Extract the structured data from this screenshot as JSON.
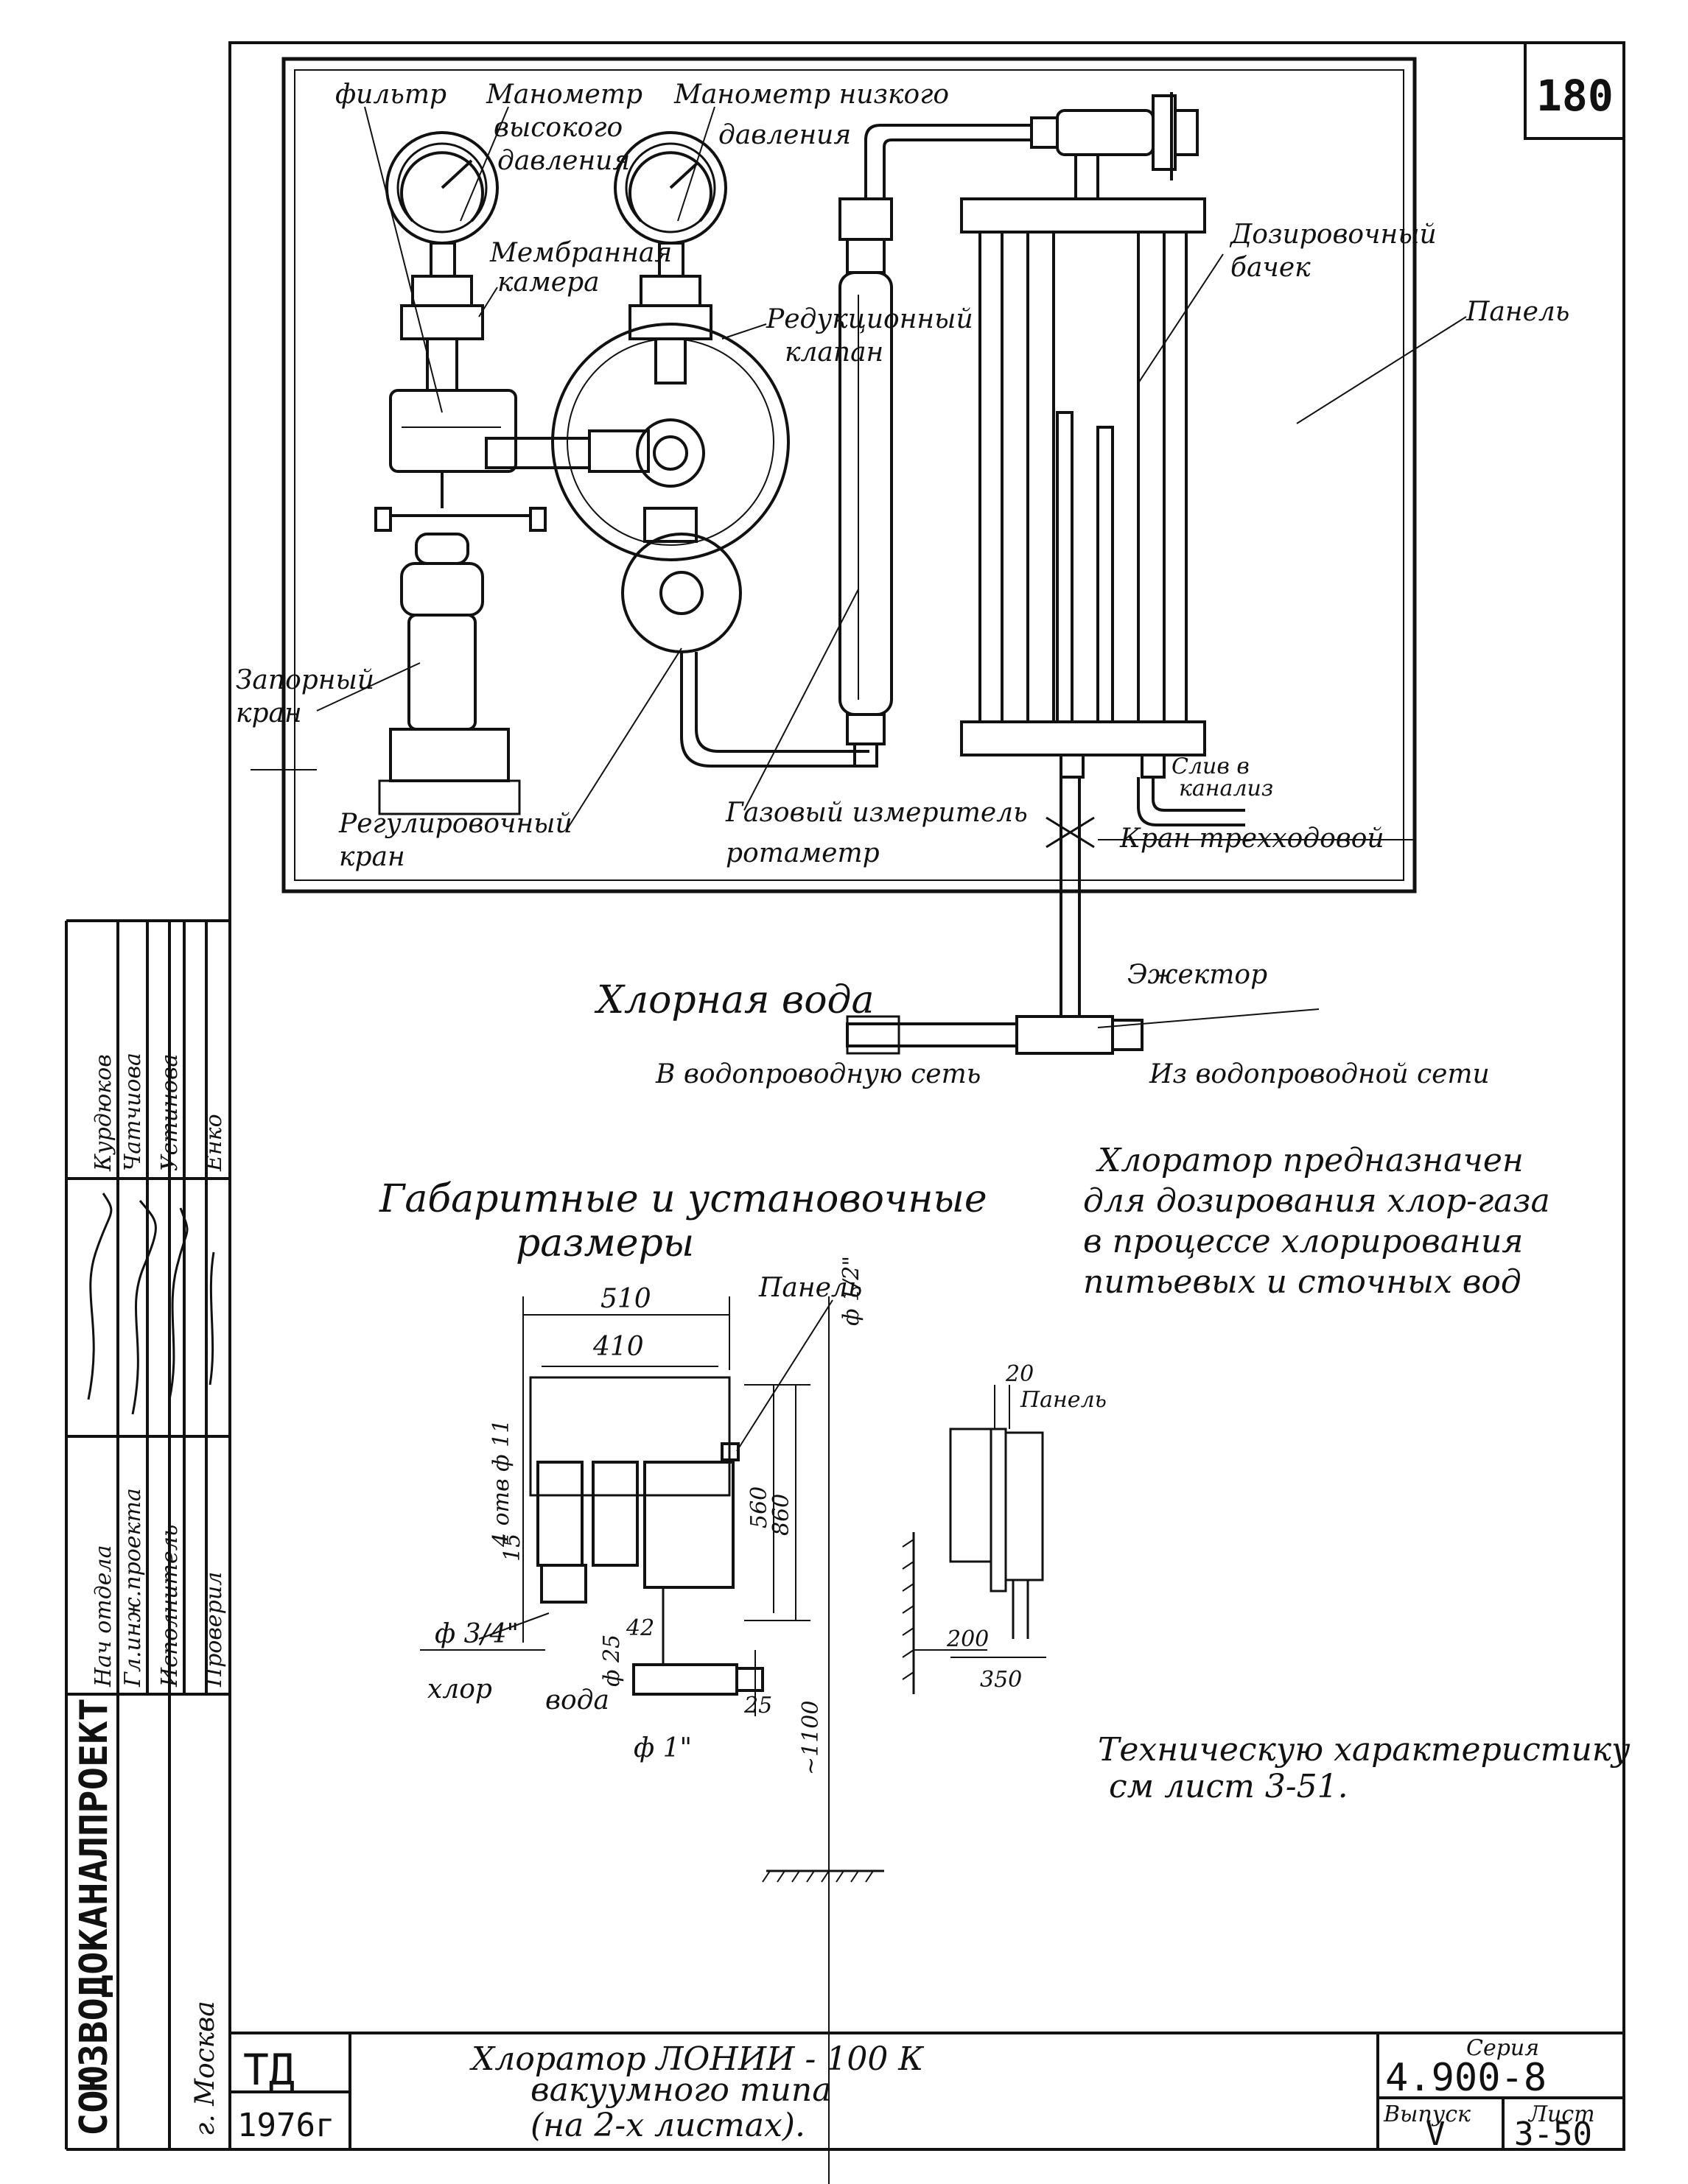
{
  "sheet": {
    "number": "180",
    "org": "СОЮЗВОДОКАНАЛПРОЕКТ",
    "city": "г. Москва",
    "code": "ТД",
    "year": "1976г",
    "title_line1": "Хлоратор ЛОНИИ - 100 К",
    "title_line2": "вакуумного типа",
    "title_line3": "(на 2-х листах).",
    "series_label": "Серия",
    "series_value": "4.900-8",
    "issue_label": "Выпуск",
    "issue_value": "V",
    "sheet_label": "Лист",
    "sheet_value": "3-50"
  },
  "signatures": {
    "roles": [
      "Нач отдела",
      "Гл.инж.проекта",
      "Исполнитель",
      "Проверил"
    ],
    "names": [
      "Курдюков",
      "Чатчиова",
      "Устинова",
      "Енко"
    ]
  },
  "labels": {
    "filter": "фильтр",
    "gauge_high_1": "Манометр",
    "gauge_high_2": "высокого",
    "gauge_high_3": "давления",
    "gauge_low_1": "Манометр низкого",
    "gauge_low_2": "давления",
    "membrane_1": "Мембранная",
    "membrane_2": "камера",
    "reducing_1": "Редукционный",
    "reducing_2": "клапан",
    "dosing_1": "Дозировочный",
    "dosing_2": "бачек",
    "panel": "Панель",
    "shutoff_1": "Запорный",
    "shutoff_2": "кран",
    "regulating_1": "Регулировочный",
    "regulating_2": "кран",
    "gas_meter_1": "Газовый измеритель",
    "gas_meter_2": "ротаметр",
    "drain_1": "Слив в",
    "drain_2": "канализ",
    "three_way": "Кран трехходовой",
    "ejector": "Эжектор",
    "chlorine_water": "Хлорная вода",
    "to_network": "В водопроводную сеть",
    "from_network": "Из водопроводной сети"
  },
  "description": {
    "line1": "Хлоратор предназначен",
    "line2": "для дозирования хлор-газа",
    "line3": "в процессе хлорирования",
    "line4": "питьевых и сточных вод"
  },
  "dimensions": {
    "title_1": "Габаритные и установочные",
    "title_2": "размеры",
    "panel": "Панель",
    "w510": "510",
    "w410": "410",
    "pipe_half": "ф 1/2\"",
    "holes": "4 отв ф 11",
    "h560": "560",
    "h860": "860",
    "d15": "15",
    "pipe_3_4": "ф 3/4\"",
    "d42": "42",
    "chlorine": "хлор",
    "water": "вода",
    "d25": "ф 25",
    "pipe_1": "ф 1\"",
    "d25b": "25",
    "h1100": "~1100",
    "side_20": "20",
    "side_panel": "Панель",
    "side_200": "200",
    "side_350": "350"
  },
  "tech_note": {
    "line1": "Техническую характеристику",
    "line2": "см лист 3-51."
  }
}
